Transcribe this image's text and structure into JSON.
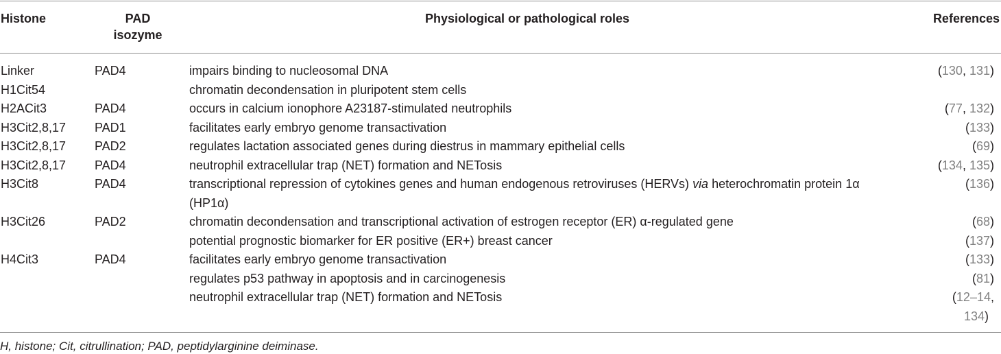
{
  "header": {
    "histone": "Histone",
    "pad_line1": "PAD",
    "pad_line2": "isozyme",
    "roles": "Physiological or pathological roles",
    "references": "References"
  },
  "rows": [
    {
      "histone_line1": "Linker",
      "histone_line2": "H1Cit54",
      "pad": "PAD4",
      "role1": "impairs binding to nucleosomal DNA",
      "role2": "chromatin decondensation in pluripotent stem cells",
      "ref_open": "(",
      "ref_a": "130",
      "ref_sep": ", ",
      "ref_b": "131",
      "ref_close": ")"
    },
    {
      "histone": "H2ACit3",
      "pad": "PAD4",
      "role": "occurs in calcium ionophore A23187-stimulated neutrophils",
      "ref_open": "(",
      "ref_a": "77",
      "ref_sep": ", ",
      "ref_b": "132",
      "ref_close": ")"
    },
    {
      "histone": "H3Cit2,8,17",
      "pad": "PAD1",
      "role": "facilitates early embryo genome transactivation",
      "ref_open": "(",
      "ref_a": "133",
      "ref_close": ")"
    },
    {
      "histone": "H3Cit2,8,17",
      "pad": "PAD2",
      "role": "regulates lactation associated genes during diestrus in mammary epithelial cells",
      "ref_open": "(",
      "ref_a": "69",
      "ref_close": ")"
    },
    {
      "histone": "H3Cit2,8,17",
      "pad": "PAD4",
      "role": "neutrophil extracellular trap (NET) formation and NETosis",
      "ref_open": "(",
      "ref_a": "134",
      "ref_sep": ", ",
      "ref_b": "135",
      "ref_close": ")"
    },
    {
      "histone": "H3Cit8",
      "pad": "PAD4",
      "role_pre": "transcriptional repression of cytokines genes and human endogenous retroviruses (HERVs) ",
      "role_via": "via",
      "role_post": " heterochromatin protein 1α",
      "role_line2": "(HP1α)",
      "ref_open": "(",
      "ref_a": "136",
      "ref_close": ")"
    },
    {
      "histone": "H3Cit26",
      "pad": "PAD2",
      "role1": "chromatin decondensation and transcriptional activation of estrogen receptor (ER) α-regulated gene",
      "role2": "potential prognostic biomarker for ER positive (ER+) breast cancer",
      "ref1_open": "(",
      "ref1_a": "68",
      "ref1_close": ")",
      "ref2_open": "(",
      "ref2_a": "137",
      "ref2_close": ")"
    },
    {
      "histone": "H4Cit3",
      "pad": "PAD4",
      "role1": "facilitates early embryo genome transactivation",
      "role2": "regulates p53 pathway in apoptosis and in carcinogenesis",
      "role3": "neutrophil extracellular trap (NET) formation and NETosis",
      "ref1_open": "(",
      "ref1_a": "133",
      "ref1_close": ")",
      "ref2_open": "(",
      "ref2_a": "81",
      "ref2_close": ")",
      "ref3_open": "(",
      "ref3_a": "12–14",
      "ref3_sep": ",",
      "ref3_b": "134",
      "ref3_close": ")"
    }
  ],
  "footnote": "H, histone; Cit, citrullination; PAD, peptidylarginine deiminase."
}
